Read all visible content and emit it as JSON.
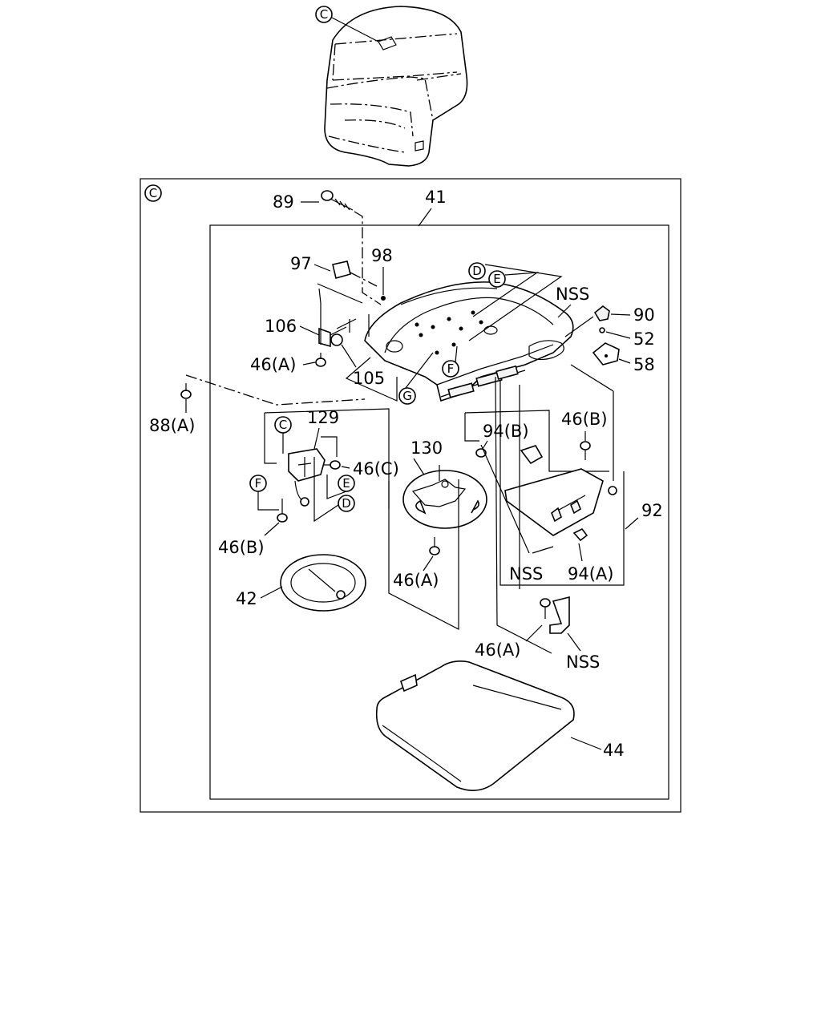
{
  "labels": {
    "c_header": "C",
    "c_frame": "C",
    "c_sub": "C",
    "d_top": "D",
    "e_top": "E",
    "f_mid": "F",
    "g_mid": "G",
    "f_left": "F",
    "e_left": "E",
    "d_left": "D",
    "p89": "89",
    "p41": "41",
    "p97": "97",
    "p98": "98",
    "nss_top": "NSS",
    "p90": "90",
    "p52": "52",
    "p58": "58",
    "p106": "106",
    "p46a_top": "46(A)",
    "p105": "105",
    "p88a": "88(A)",
    "p129": "129",
    "p46c": "46(C)",
    "p130": "130",
    "p94b": "94(B)",
    "p46b_right": "46(B)",
    "p92": "92",
    "p46b_left": "46(B)",
    "p42": "42",
    "p46a_mid": "46(A)",
    "nss_mid": "NSS",
    "p94a": "94(A)",
    "p46a_bottom": "46(A)",
    "nss_bottom": "NSS",
    "p44": "44"
  }
}
